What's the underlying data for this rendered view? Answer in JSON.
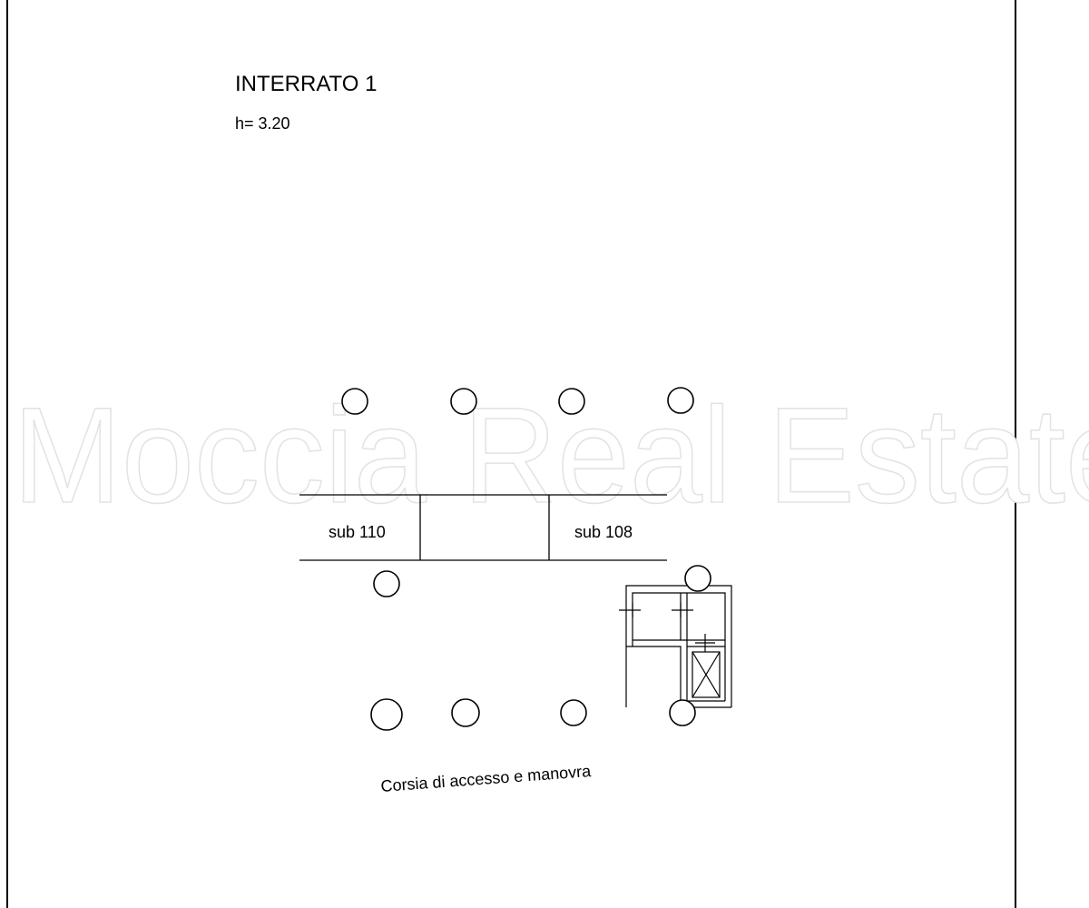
{
  "plan": {
    "level_title": "INTERRATO 1",
    "height_note": "h= 3.20",
    "units": [
      "sub 110",
      "sub 108"
    ],
    "aisle_label": "Corsia di accesso e manovra",
    "watermark": "Moccia Real Estate"
  }
}
